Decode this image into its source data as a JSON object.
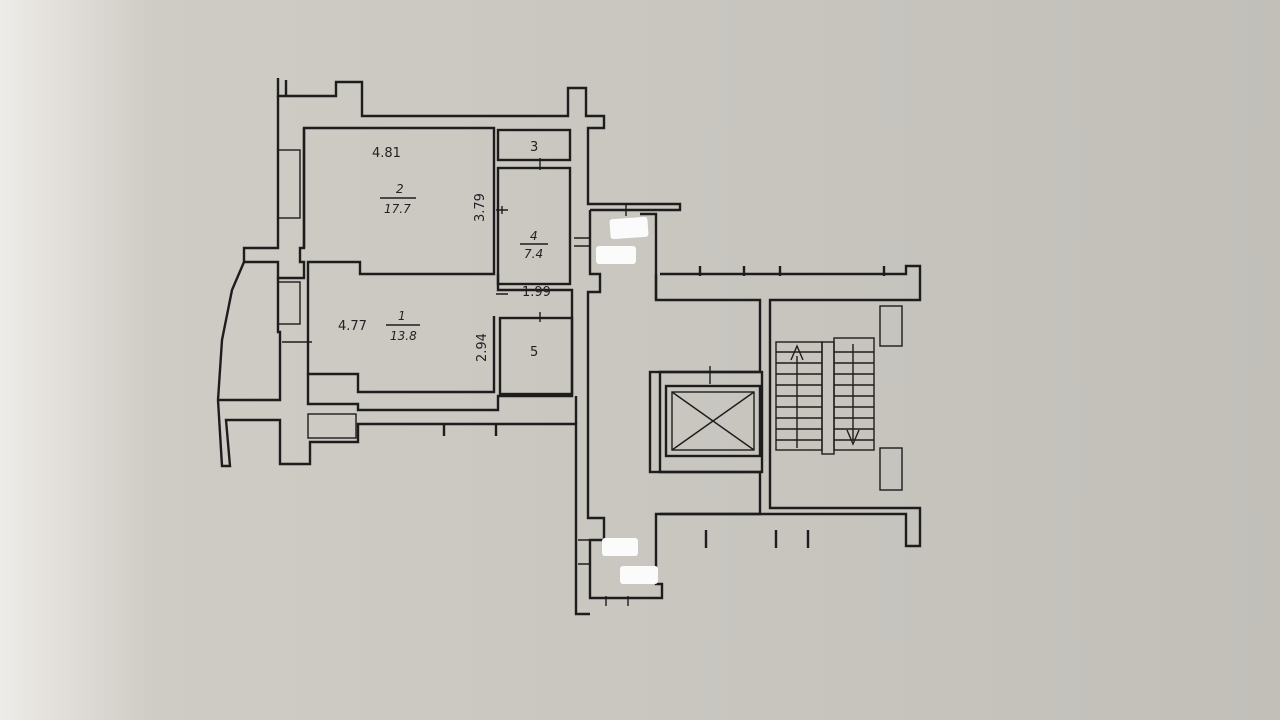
{
  "floor_plan": {
    "rooms": [
      {
        "id": "room-1",
        "number": "1",
        "area": "13.8",
        "width": "4.77",
        "depth": "2.94"
      },
      {
        "id": "room-2",
        "number": "2",
        "area": "17.7",
        "width": "4.81",
        "depth": "3.79"
      },
      {
        "id": "room-3",
        "number": "3"
      },
      {
        "id": "room-4",
        "number": "4",
        "area": "7.4",
        "width": "1.99"
      },
      {
        "id": "room-5",
        "number": "5"
      }
    ]
  },
  "colors": {
    "paper": "#d3d0ca",
    "ink": "#1d1d1d",
    "tape": "#ffffff"
  },
  "icons": [
    "elevator-shaft-icon",
    "stair-up-arrow-icon",
    "stair-down-arrow-icon"
  ]
}
